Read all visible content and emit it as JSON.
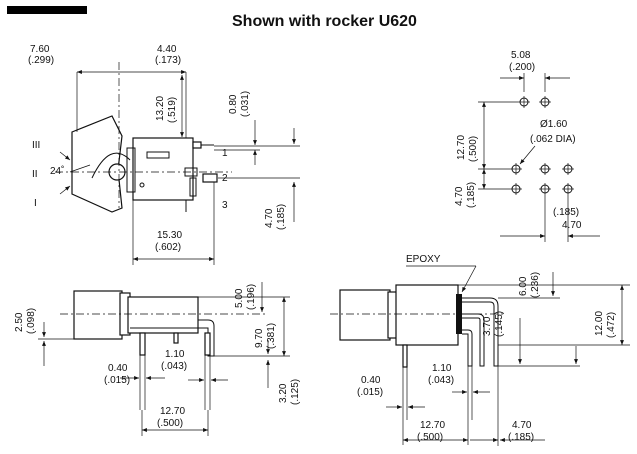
{
  "title": "Shown with rocker U620",
  "side_view": {
    "dim_760": "7.60",
    "dim_760_in": "(.299)",
    "dim_440": "4.40",
    "dim_440_in": "(.173)",
    "dim_1320": "13.20",
    "dim_1320_in": "(.519)",
    "dim_080": "0.80",
    "dim_080_in": "(.031)",
    "dim_470": "4.70",
    "dim_470_in": "(.185)",
    "dim_1530": "15.30",
    "dim_1530_in": "(.602)",
    "angle": "24˚",
    "pos_1": "III",
    "pos_2": "II",
    "pos_3": "I",
    "pin_1": "1",
    "pin_2": "2",
    "pin_3": "3"
  },
  "pcb_layout": {
    "dim_508": "5.08",
    "dim_508_in": "(.200)",
    "dim_1270": "12.70",
    "dim_1270_in": "(.500)",
    "dim_470": "4.70",
    "dim_470_in": "(.185)",
    "hole_dia": "Ø1.60",
    "hole_dia_in": "(.062 DIA)",
    "dim_185_in": "(.185)",
    "dim_470b": "4.70"
  },
  "front_view_left": {
    "dim_250": "2.50",
    "dim_250_in": "(.098)",
    "dim_500": "5.00",
    "dim_500_in": "(.196)",
    "dim_970": "9.70",
    "dim_970_in": "(.381)",
    "dim_040": "0.40",
    "dim_040_in": "(.015)",
    "dim_110": "1.10",
    "dim_110_in": "(.043)",
    "dim_320": "3.20",
    "dim_320_in": "(.125)",
    "dim_1270": "12.70",
    "dim_1270_in": "(.500)"
  },
  "front_view_right": {
    "epoxy": "EPOXY",
    "dim_600": "6.00",
    "dim_600_in": "(.236)",
    "dim_370": "3.70",
    "dim_370_in": "(.145)",
    "dim_1200": "12.00",
    "dim_1200_in": "(.472)",
    "dim_040": "0.40",
    "dim_040_in": "(.015)",
    "dim_110": "1.10",
    "dim_110_in": "(.043)",
    "dim_1270": "12.70",
    "dim_1270_in": "(.500)",
    "dim_470": "4.70",
    "dim_470_in": "(.185)"
  }
}
